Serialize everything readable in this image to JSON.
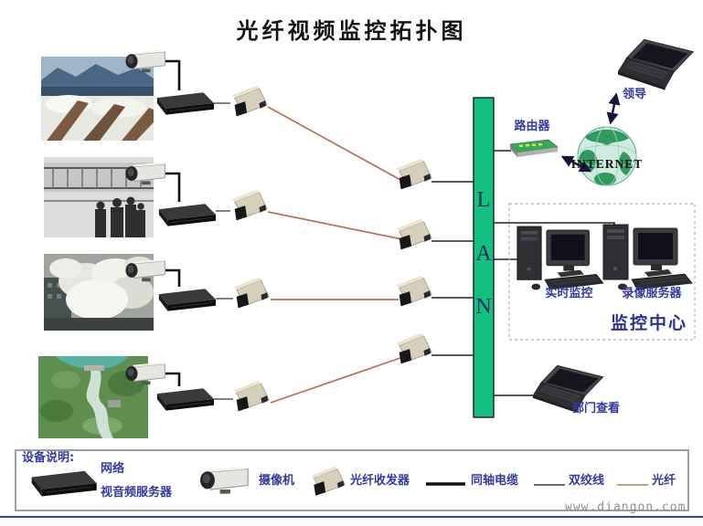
{
  "title": "光纤视频监控拓扑图",
  "lan_bar": {
    "letters": [
      "L",
      "A",
      "N"
    ]
  },
  "router": {
    "label": "路由器"
  },
  "internet": {
    "label": "INTERNET"
  },
  "leader_laptop": {
    "label": "领导"
  },
  "monitoring_center": {
    "box_label": "监控中心",
    "realtime_label": "实时监控",
    "recorder_label": "录像服务器"
  },
  "department_laptop": {
    "label": "部门查看"
  },
  "legend": {
    "heading": "设备说明:",
    "server_label_line1": "网络",
    "server_label_line2": "视音频服务器",
    "camera_label": "摄像机",
    "transceiver_label": "光纤收发器",
    "coax_label": "同轴电缆",
    "twisted_pair_label": "双绞线",
    "fiber_label": "光纤"
  },
  "watermark": "www.diangon.com",
  "colors": {
    "lan_bar_fill": "#12c180",
    "fiber_line": "#bc6e52",
    "coax_line": "#111111",
    "twisted_pair_line": "#3a3a3a",
    "label_blue": "#333a9e",
    "bottom_rule": "#2847c8"
  }
}
